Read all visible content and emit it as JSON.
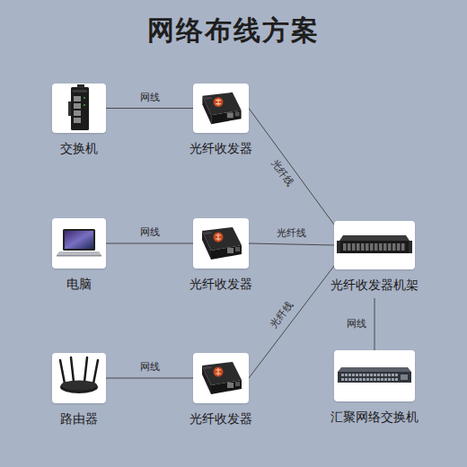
{
  "diagram": {
    "title": "网络布线方案",
    "nodes": [
      {
        "text": [
          "交换机"
        ]
      },
      {
        "text": [
          "光纤收发器"
        ]
      },
      {
        "text": [
          "电脑"
        ]
      },
      {
        "text": [
          "光纤收发器"
        ]
      },
      {
        "text": [
          "光纤收发器机架"
        ]
      },
      {
        "text": [
          "路由器"
        ]
      },
      {
        "text": [
          "光纤收发器"
        ]
      },
      {
        "text": [
          "汇聚网络交换机"
        ]
      }
    ],
    "edges": [
      {
        "from": 0,
        "to": 1,
        "label": "网线",
        "arrow": "none"
      },
      {
        "from": 2,
        "to": 3,
        "label": "网线",
        "arrow": "none"
      },
      {
        "from": 5,
        "to": 6,
        "label": "网线",
        "arrow": "none"
      },
      {
        "from": 1,
        "to": 4,
        "label": "光纤线",
        "arrow": "none"
      },
      {
        "from": 3,
        "to": 4,
        "label": "光纤线",
        "arrow": "none"
      },
      {
        "from": 6,
        "to": 4,
        "label": "光纤线",
        "arrow": "none"
      },
      {
        "from": 4,
        "to": 7,
        "label": "网线",
        "arrow": "none"
      }
    ]
  }
}
